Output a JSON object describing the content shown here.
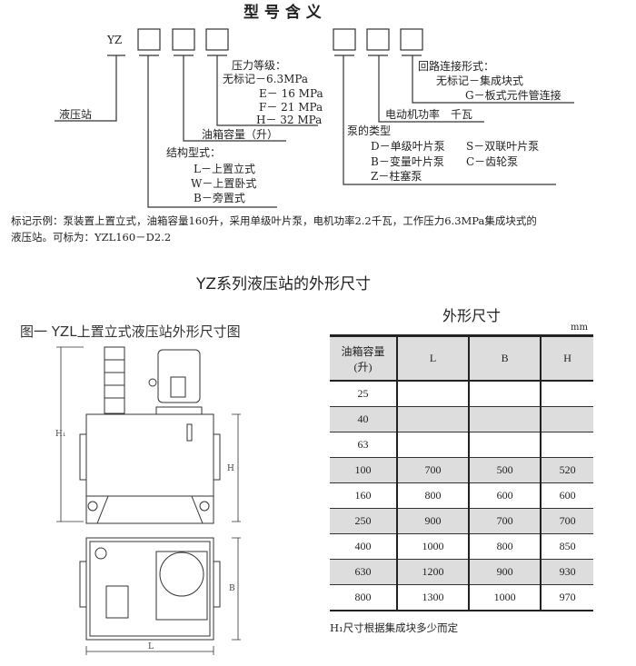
{
  "model": {
    "title": "型 号 含 义",
    "prefix": "YZ",
    "station": "液压站",
    "pressure": {
      "heading": "压力等级：",
      "items": [
        "无标记－6.3MPa",
        "E－ 16 MPa",
        "F－ 21 MPa",
        "H－ 32 MPa"
      ]
    },
    "tank": "油箱容量（升）",
    "structure": {
      "heading": "结构型式：",
      "items": [
        "L－上置立式",
        "W－上置卧式",
        "B－旁置式"
      ]
    },
    "circuit": {
      "heading": "回路连接形式：",
      "items": [
        "无标记－集成块式",
        "G－板式元件管连接"
      ]
    },
    "motor": "电动机功率　千瓦",
    "pump": {
      "heading": "泵的类型",
      "items": [
        "D－单级叶片泵",
        "S－双联叶片泵",
        "B－变量叶片泵",
        "C－齿轮泵",
        "Z－柱塞泵"
      ]
    }
  },
  "example": {
    "line1": "标记示例：泵装置上置立式，油箱容量160升，采用单级叶片泵，电机功率2.2千瓦，工作压力6.3MPa集成块式的",
    "line2": "液压站。可标为：YZL160－D2.2"
  },
  "section_title": "YZ系列液压站的外形尺寸",
  "figure": {
    "caption": "图一  YZL上置立式液压站外形尺寸图",
    "labels": {
      "h1": "H₁",
      "h": "H",
      "b": "B",
      "l": "L"
    }
  },
  "table": {
    "title": "外形尺寸",
    "unit": "mm",
    "headers": [
      "油箱容量",
      "(升)",
      "L",
      "B",
      "H"
    ],
    "rows": [
      [
        "25",
        "",
        "",
        ""
      ],
      [
        "40",
        "",
        "",
        ""
      ],
      [
        "63",
        "",
        "",
        ""
      ],
      [
        "100",
        "700",
        "500",
        "520"
      ],
      [
        "160",
        "800",
        "600",
        "600"
      ],
      [
        "250",
        "900",
        "700",
        "700"
      ],
      [
        "400",
        "1000",
        "800",
        "850"
      ],
      [
        "630",
        "1200",
        "900",
        "930"
      ],
      [
        "800",
        "1300",
        "1000",
        "970"
      ]
    ],
    "note": "H₁尺寸根据集成块多少而定"
  }
}
